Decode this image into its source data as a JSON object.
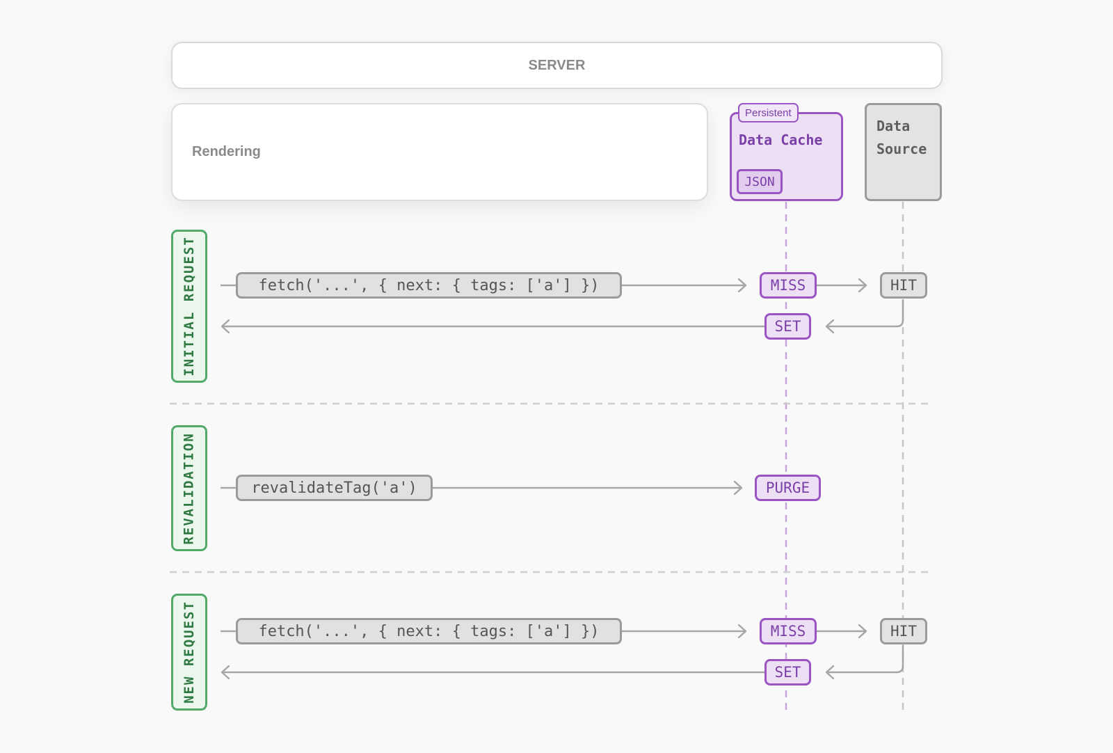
{
  "server": {
    "label": "SERVER"
  },
  "rendering": {
    "label": "Rendering"
  },
  "data_cache": {
    "title": "Data Cache",
    "badge": "Persistent",
    "format": "JSON"
  },
  "data_source": {
    "line1": "Data",
    "line2": "Source"
  },
  "sections": {
    "initial_request": {
      "label": "INITIAL REQUEST",
      "call": "fetch('...', { next: { tags: ['a'] })",
      "cache_result": "MISS",
      "source_result": "HIT",
      "cache_write": "SET"
    },
    "revalidation": {
      "label": "REVALIDATION",
      "call": "revalidateTag('a')",
      "cache_action": "PURGE"
    },
    "new_request": {
      "label": "NEW REQUEST",
      "call": "fetch('...', { next: { tags: ['a'] })",
      "cache_result": "MISS",
      "source_result": "HIT",
      "cache_write": "SET"
    }
  },
  "colors": {
    "background": "#f9f9f9",
    "accent_purple": "#9a55c2",
    "accent_green": "#52a865",
    "neutral_gray": "#9b9b9b"
  }
}
